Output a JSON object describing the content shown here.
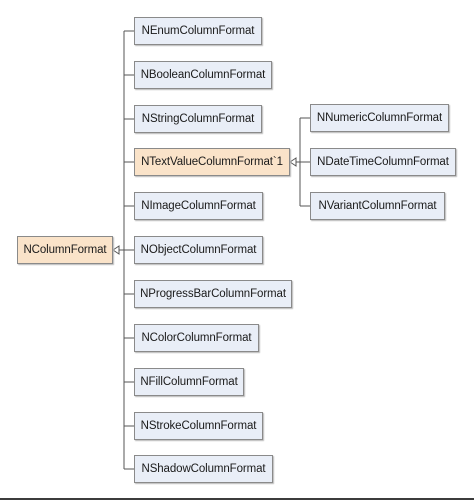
{
  "diagram": {
    "root": {
      "label": "NColumnFormat"
    },
    "children": [
      {
        "label": "NEnumColumnFormat"
      },
      {
        "label": "NBooleanColumnFormat"
      },
      {
        "label": "NStringColumnFormat"
      },
      {
        "label": "NTextValueColumnFormat`1"
      },
      {
        "label": "NImageColumnFormat"
      },
      {
        "label": "NObjectColumnFormat"
      },
      {
        "label": "NProgressBarColumnFormat"
      },
      {
        "label": "NColorColumnFormat"
      },
      {
        "label": "NFillColumnFormat"
      },
      {
        "label": "NStrokeColumnFormat"
      },
      {
        "label": "NShadowColumnFormat"
      }
    ],
    "grandchildren": [
      {
        "label": "NNumericColumnFormat"
      },
      {
        "label": "NDateTimeColumnFormat"
      },
      {
        "label": "NVariantColumnFormat"
      }
    ],
    "colors": {
      "node_fill": "#e9eef7",
      "highlight_fill": "#fae3c9",
      "border": "#8a8a8a",
      "connector": "#555555"
    }
  }
}
